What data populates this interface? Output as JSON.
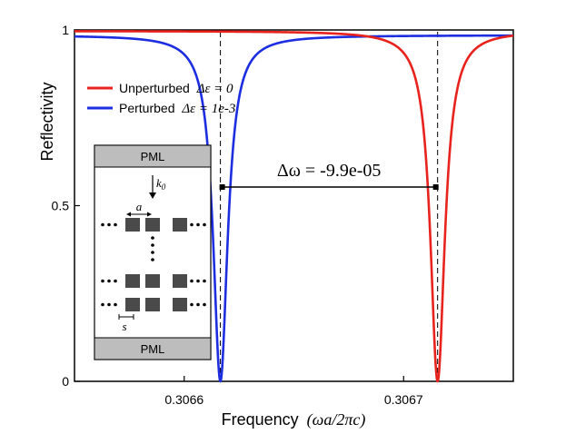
{
  "chart_data": {
    "type": "line",
    "xlabel": "Frequency",
    "xlabel_math": "(ωa/2πc)",
    "ylabel": "Reflectivity",
    "xlim": [
      0.30655,
      0.30675
    ],
    "ylim": [
      0,
      1
    ],
    "xticks": [
      {
        "value": 0.3066,
        "label": "0.3066"
      },
      {
        "value": 0.3067,
        "label": "0.3067"
      }
    ],
    "yticks": [
      {
        "value": 0,
        "label": "0"
      },
      {
        "value": 0.5,
        "label": "0.5"
      },
      {
        "value": 1,
        "label": "1"
      }
    ],
    "grid": false,
    "legend_position": "top-left",
    "series": [
      {
        "name_text": "Unperturbed",
        "name_math": "Δε = 0",
        "color": "#e8221c",
        "resonance": 0.3067155,
        "baseline": 0.997,
        "halfwidth": 4e-06,
        "min": 0
      },
      {
        "name_text": "Perturbed",
        "name_math": "Δε = 1e-3",
        "color": "#1c2ee0",
        "resonance": 0.3066165,
        "baseline": 0.985,
        "halfwidth": 4e-06,
        "min": 0
      }
    ],
    "annotation": {
      "text": "Δω = -9.9e-05",
      "x_from": 0.3066165,
      "x_to": 0.3067155,
      "y": 0.553
    },
    "inset": {
      "top_label": "PML",
      "bottom_label": "PML",
      "k_label": "k",
      "k_sub": "0",
      "a_label": "a",
      "s_label": "s",
      "fill_color": "#bdbdbd",
      "square_color": "#4a4a4a"
    }
  }
}
